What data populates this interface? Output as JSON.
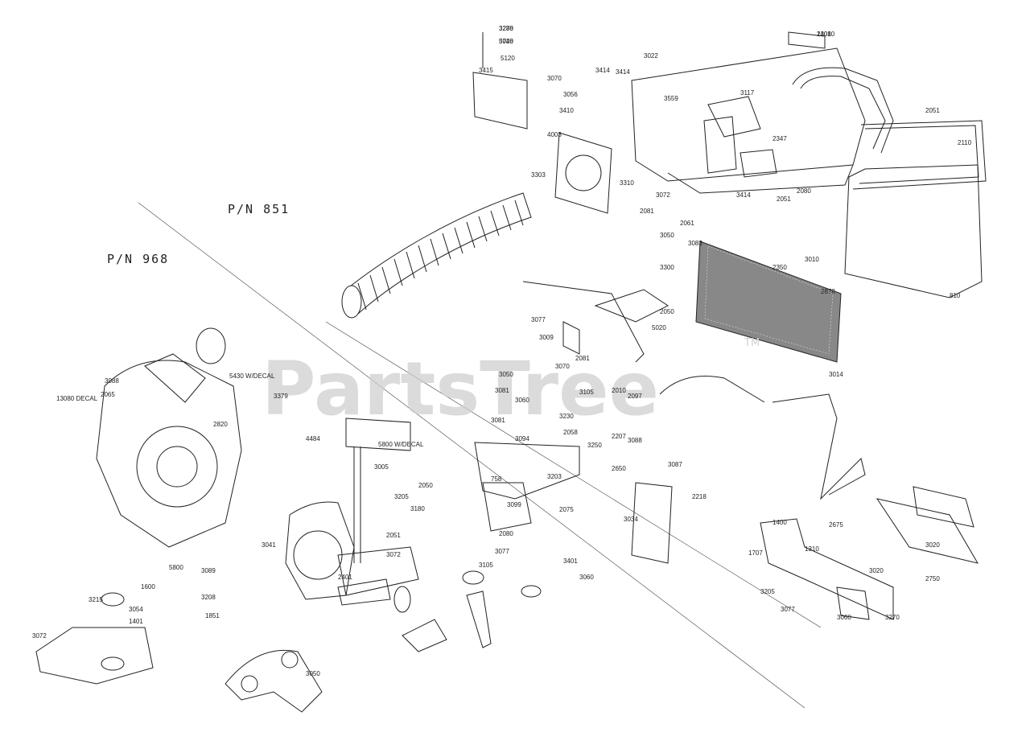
{
  "diagram": {
    "model_labels": [
      "P/N 851",
      "P/N 968"
    ],
    "watermark": "PartsTree",
    "trademark": "TM",
    "part_callouts": [
      "13080",
      "3270",
      "3048",
      "5120",
      "3415",
      "3414",
      "3070",
      "3056",
      "3410",
      "3022",
      "3414",
      "3559",
      "3117",
      "4003",
      "2347",
      "2051",
      "2110",
      "3303",
      "3310",
      "3414",
      "2051",
      "2080",
      "810",
      "2350",
      "3010",
      "3072",
      "2081",
      "2061",
      "3050",
      "3083",
      "2878",
      "2050",
      "5020",
      "3300",
      "3077",
      "3009",
      "2081",
      "3070",
      "2010",
      "2097",
      "3014",
      "3088",
      "2065",
      "13080 DECAL",
      "5430 W/DECAL",
      "3379",
      "4484",
      "2820",
      "5800 W/DECAL",
      "3050",
      "3081",
      "3060",
      "3230",
      "2058",
      "2207",
      "3088",
      "3105",
      "3081",
      "3094",
      "3250",
      "3087",
      "2650",
      "3203",
      "3099",
      "2218",
      "2075",
      "3034",
      "3005",
      "2050",
      "3205",
      "3180",
      "2051",
      "3072",
      "5800",
      "3089",
      "3208",
      "1600",
      "3215",
      "1851",
      "3041",
      "3054",
      "1401",
      "3072",
      "3050",
      "1400",
      "2675",
      "1310",
      "1707",
      "3205",
      "3077",
      "3020",
      "2750",
      "3060",
      "3270",
      "3020",
      "3077",
      "758",
      "2080",
      "3060",
      "2401",
      "3105",
      "3401",
      "2401",
      "3288",
      "5720"
    ]
  }
}
